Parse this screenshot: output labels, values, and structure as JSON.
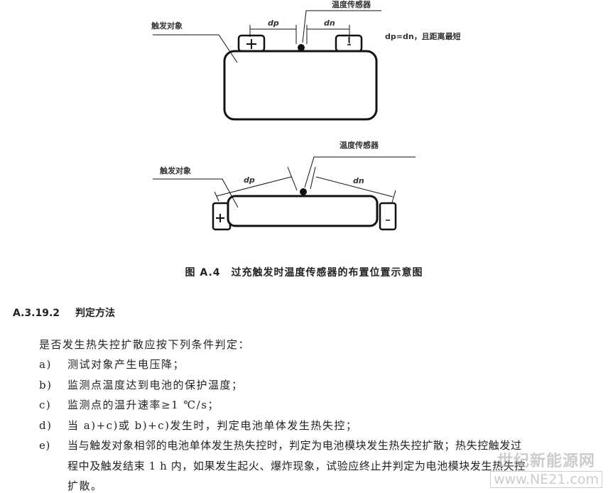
{
  "figure": {
    "top": {
      "trigger_label": "触发对象",
      "sensor_label": "温度传感器",
      "dim_p": "dp",
      "dim_n": "dn",
      "note": "dp=dn，且距离最短",
      "plus": "+",
      "minus": "-"
    },
    "bottom": {
      "trigger_label": "触发对象",
      "sensor_label": "温度传感器",
      "dim_p": "dp",
      "dim_n": "dn",
      "plus": "+",
      "minus": "-"
    },
    "caption": "图 A.4　过充触发时温度传感器的布置位置示意图"
  },
  "section": {
    "number": "A.3.19.2",
    "title": "判定方法"
  },
  "intro": "是否发生热失控扩散应按下列条件判定：",
  "items": [
    {
      "marker": "a)",
      "text": "测试对象产生电压降；"
    },
    {
      "marker": "b)",
      "text": "监测点温度达到电池的保护温度；"
    },
    {
      "marker": "c)",
      "text": "监测点的温升速率≥1 ℃/s；"
    },
    {
      "marker": "d)",
      "text": "当 a)+c)或 b)+c)发生时，判定电池单体发生热失控；"
    },
    {
      "marker": "e)",
      "text": "当与触发对象相邻的电池单体发生热失控时，判定为电池模块发生热失控扩散；热失控触发过",
      "cont": [
        "程中及触发结束 1 h 内，如果发生起火、爆炸现象，试验应终止并判定为电池模块发生热失控",
        "扩散。"
      ]
    }
  ],
  "watermark": {
    "cn": "世纪新能源网",
    "url": "www.NE21.com"
  }
}
